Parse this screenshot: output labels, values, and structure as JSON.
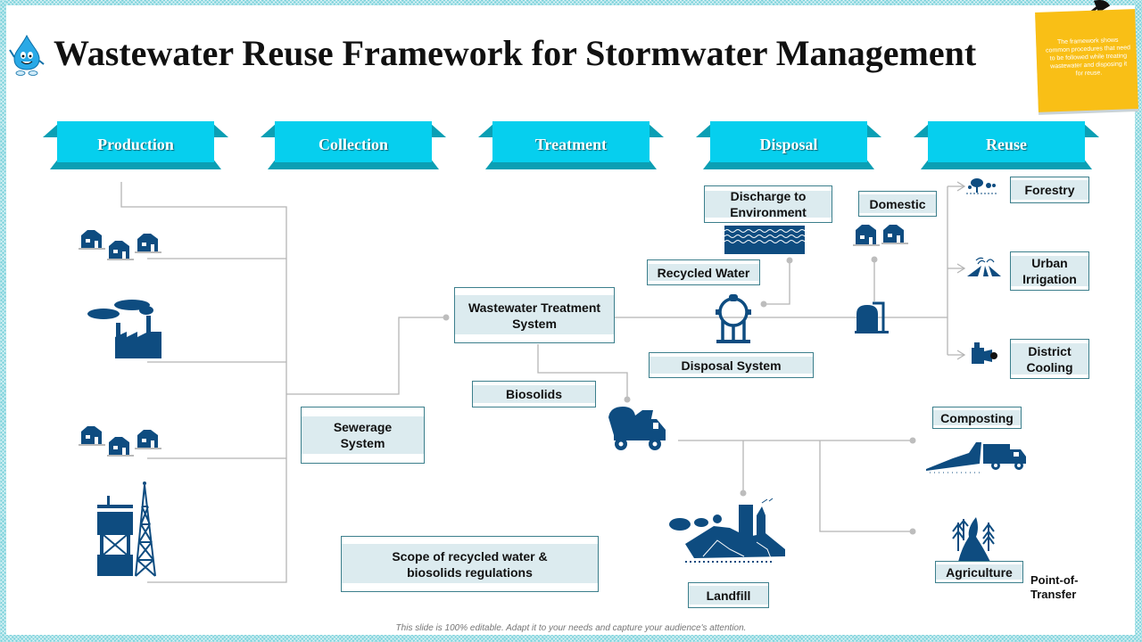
{
  "slide": {
    "title": "Wastewater Reuse Framework for Stormwater Management",
    "sticky_note": "The framework shows common procedures that need to be followed while treating wastewater and disposing it for reuse.",
    "footer": "This slide is 100% editable. Adapt it to your needs and capture your audience's attention."
  },
  "stages": [
    "Production",
    "Collection",
    "Treatment",
    "Disposal",
    "Reuse"
  ],
  "nodes": {
    "sewerage": "Sewerage System",
    "treatment_system": "Wastewater Treatment System",
    "biosolids": "Biosolids",
    "recycled_water": "Recycled Water",
    "discharge": "Discharge to Environment",
    "disposal_system": "Disposal System",
    "domestic": "Domestic",
    "forestry": "Forestry",
    "urban_irrigation": "Urban Irrigation",
    "district_cooling": "District Cooling",
    "composting": "Composting",
    "agriculture": "Agriculture",
    "landfill": "Landfill",
    "scope": "Scope of recycled water & biosolids regulations",
    "point_of_transfer": "Point-of-Transfer"
  },
  "colors": {
    "banner": "#06cfee",
    "banner_shadow": "#0b9fb4",
    "icon": "#0e4c80",
    "box_fill": "#dcebef",
    "box_border": "#3c7f8c",
    "connector": "#b5b5b5",
    "note": "#f9bf16"
  }
}
